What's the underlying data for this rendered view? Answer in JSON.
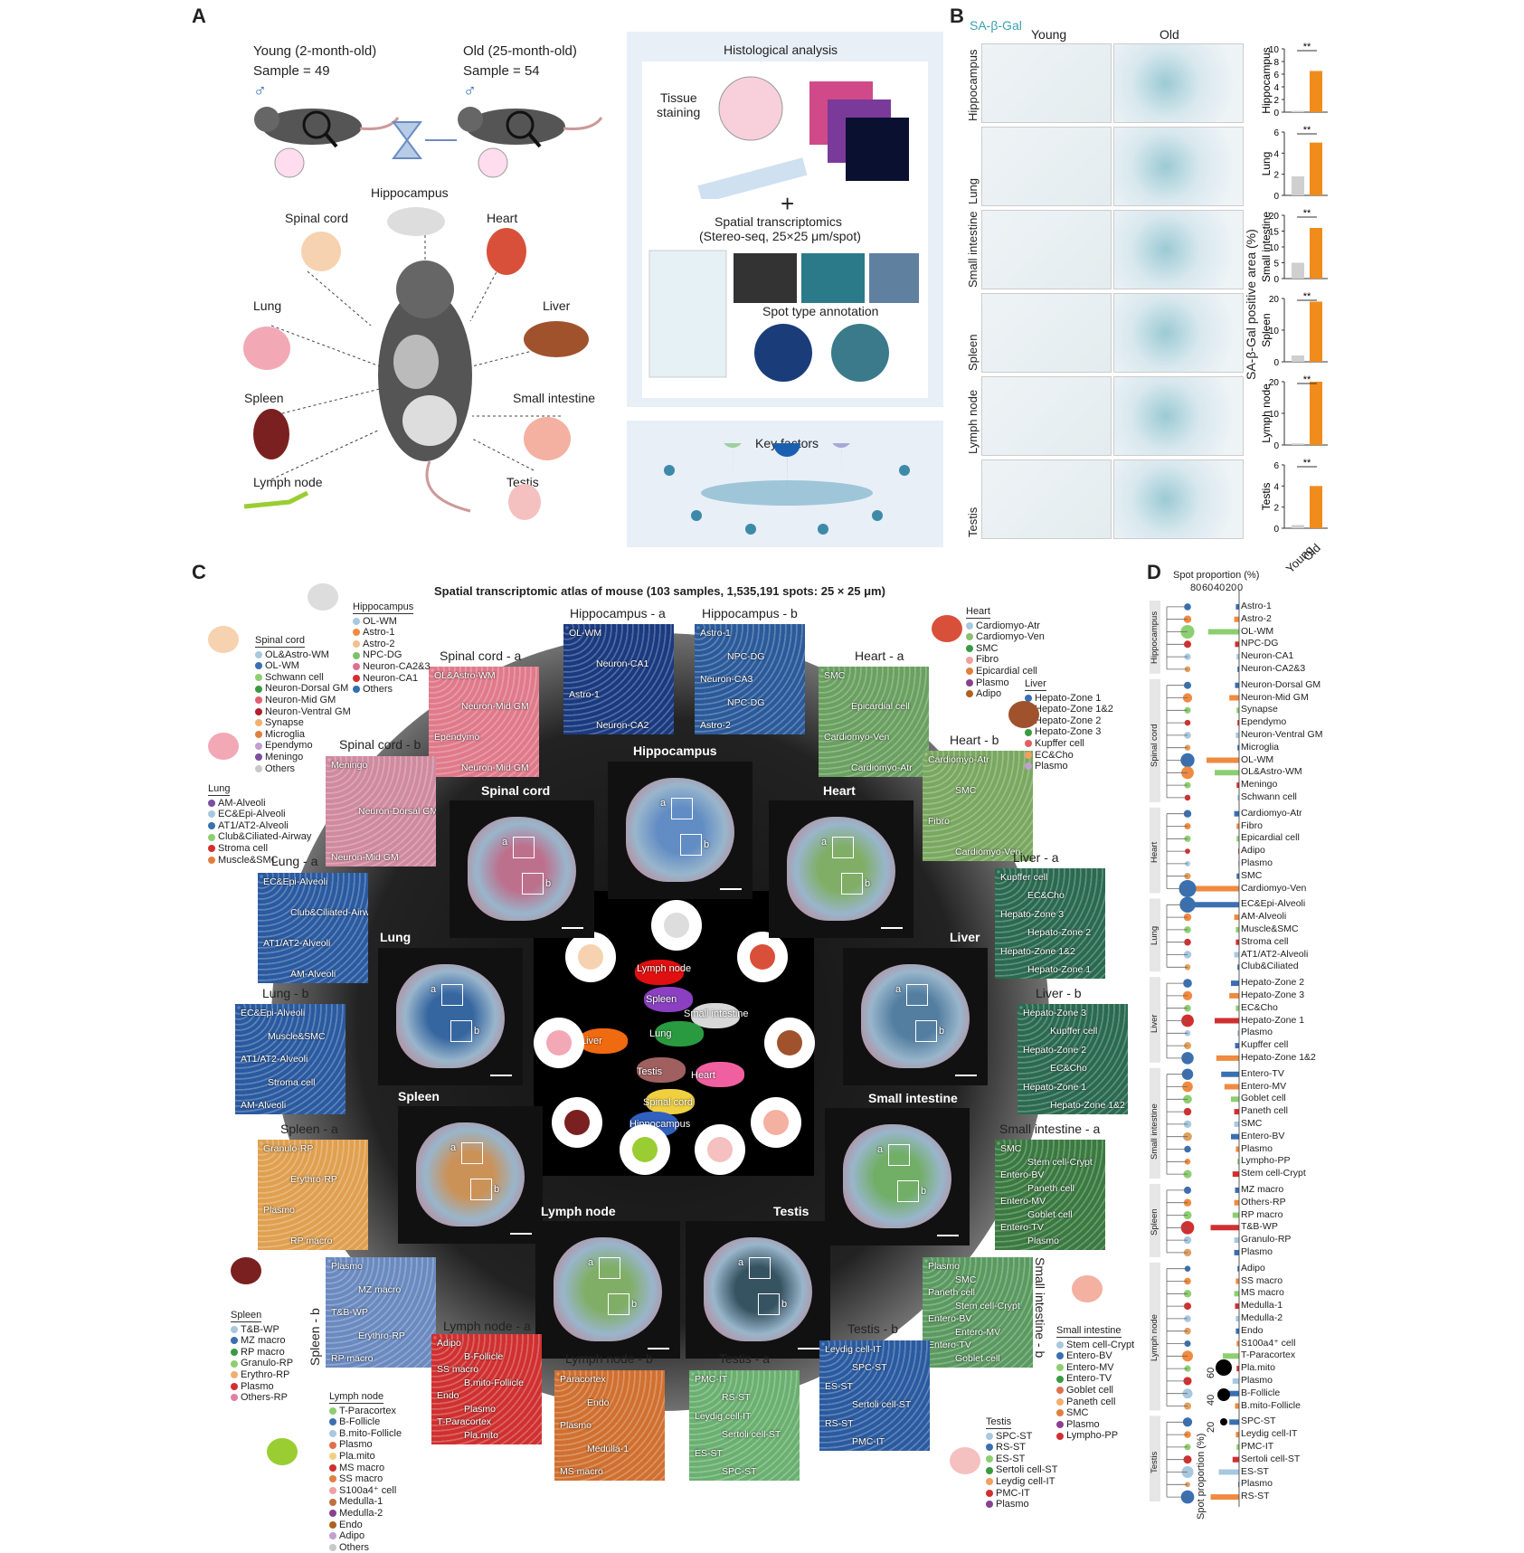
{
  "panels": {
    "A": "A",
    "B": "B",
    "C": "C",
    "D": "D"
  },
  "a": {
    "young": "Young (2-month-old)",
    "young_sample": "Sample = 49",
    "old": "Old (25-month-old)",
    "old_sample": "Sample = 54",
    "male": "♂",
    "organs": [
      "Hippocampus",
      "Spinal cord",
      "Heart",
      "Lung",
      "Liver",
      "Spleen",
      "Small intestine",
      "Lymph node",
      "Testis"
    ],
    "histo": "Histological analysis",
    "tissue": "Tissue",
    "staining": "staining",
    "plus": "+",
    "st1": "Spatial transcriptomics",
    "st2": "(Stereo-seq, 25×25 μm/spot)",
    "spot": "Spot type annotation",
    "key": "Key factors"
  },
  "b": {
    "stain": "SA-β-Gal",
    "young": "Young",
    "old": "Old",
    "rows": [
      "Hippocampus",
      "Lung",
      "Small intestine",
      "Spleen",
      "Lymph node",
      "Testis"
    ],
    "ylabel": "SA-β-Gal positive area (%)",
    "sig": "**",
    "xcats": [
      "Young",
      "Old"
    ]
  },
  "chart_data": [
    {
      "type": "bar",
      "title": "",
      "organ": "Hippocampus",
      "categories": [
        "Young",
        "Old"
      ],
      "values": [
        0.2,
        6.5
      ],
      "ylim": [
        0,
        10
      ],
      "yticks": [
        "0",
        "2",
        "4",
        "6",
        "8",
        "10"
      ]
    },
    {
      "type": "bar",
      "title": "",
      "organ": "Lung",
      "categories": [
        "Young",
        "Old"
      ],
      "values": [
        1.8,
        5.0
      ],
      "ylim": [
        0,
        6
      ],
      "yticks": [
        "0",
        "2",
        "4",
        "6"
      ]
    },
    {
      "type": "bar",
      "title": "",
      "organ": "Small intestine",
      "categories": [
        "Young",
        "Old"
      ],
      "values": [
        5.0,
        16.0
      ],
      "ylim": [
        0,
        20
      ],
      "yticks": [
        "0",
        "5",
        "10",
        "15",
        "20"
      ]
    },
    {
      "type": "bar",
      "title": "",
      "organ": "Spleen",
      "categories": [
        "Young",
        "Old"
      ],
      "values": [
        2.0,
        19.0
      ],
      "ylim": [
        0,
        20
      ],
      "yticks": [
        "0",
        "10",
        "20"
      ]
    },
    {
      "type": "bar",
      "title": "",
      "organ": "Lymph node",
      "categories": [
        "Young",
        "Old"
      ],
      "values": [
        0.5,
        23.0
      ],
      "ylim": [
        0,
        20
      ],
      "yticks": [
        "0",
        "10",
        "20"
      ]
    },
    {
      "type": "bar",
      "title": "",
      "organ": "Testis",
      "categories": [
        "Young",
        "Old"
      ],
      "values": [
        0.3,
        4.0
      ],
      "ylim": [
        0,
        6
      ],
      "yticks": [
        "0",
        "2",
        "4",
        "6"
      ]
    }
  ],
  "c": {
    "title": "Spatial transcriptomic atlas of mouse (103 samples, 1,535,191 spots: 25 × 25 μm)",
    "center": [
      "Lymph node",
      "Spleen",
      "Small intestine",
      "Liver",
      "Lung",
      "Testis",
      "Heart",
      "Spinal cord",
      "Hippocampus"
    ],
    "organ_heads": [
      "Hippocampus",
      "Spinal cord",
      "Heart",
      "Lung",
      "Liver",
      "Spleen",
      "Small intestine",
      "Lymph node",
      "Testis"
    ],
    "zooms": [
      {
        "t": "Hippocampus - a",
        "labels": [
          "OL-WM",
          "Neuron-CA1",
          "Astro-1",
          "Neuron-CA2"
        ]
      },
      {
        "t": "Hippocampus - b",
        "labels": [
          "Astro-1",
          "NPC-DG",
          "Neuron-CA3",
          "NPC-DG",
          "Astro-2"
        ]
      },
      {
        "t": "Spinal cord - a",
        "labels": [
          "OL&Astro-WM",
          "Neuron-Mid GM",
          "Ependymo",
          "Neuron-Mid GM"
        ]
      },
      {
        "t": "Spinal cord - b",
        "labels": [
          "Meningo",
          "Neuron-Dorsal GM",
          "Neuron-Mid GM"
        ]
      },
      {
        "t": "Heart - a",
        "labels": [
          "SMC",
          "Epicardial cell",
          "Cardiomyo-Ven",
          "Cardiomyo-Atr"
        ]
      },
      {
        "t": "Heart - b",
        "labels": [
          "Cardiomyo-Atr",
          "SMC",
          "Fibro",
          "Cardiomyo-Ven"
        ]
      },
      {
        "t": "Lung - a",
        "labels": [
          "EC&Epi-Alveoli",
          "Club&Ciliated-Airway",
          "AT1/AT2-Alveoli",
          "AM-Alveoli"
        ]
      },
      {
        "t": "Lung - b",
        "labels": [
          "EC&Epi-Alveoli",
          "Muscle&SMC",
          "AT1/AT2-Alveoli",
          "Stroma cell",
          "AM-Alveoli"
        ]
      },
      {
        "t": "Liver - a",
        "labels": [
          "Kupffer cell",
          "EC&Cho",
          "Hepato-Zone 3",
          "Hepato-Zone 2",
          "Hepato-Zone 1&2",
          "Hepato-Zone 1"
        ]
      },
      {
        "t": "Liver - b",
        "labels": [
          "Hepato-Zone 3",
          "Kupffer cell",
          "Hepato-Zone 2",
          "EC&Cho",
          "Hepato-Zone 1",
          "Hepato-Zone 1&2"
        ]
      },
      {
        "t": "Spleen - a",
        "labels": [
          "Granulo-RP",
          "Erythro-RP",
          "Plasmo",
          "RP macro"
        ]
      },
      {
        "t": "Spleen - b",
        "labels": [
          "Plasmo",
          "MZ macro",
          "T&B-WP",
          "Erythro-RP",
          "RP macro"
        ]
      },
      {
        "t": "Small intestine - a",
        "labels": [
          "SMC",
          "Stem cell-Crypt",
          "Entero-BV",
          "Paneth cell",
          "Entero-MV",
          "Goblet cell",
          "Entero-TV",
          "Plasmo"
        ]
      },
      {
        "t": "Small intestine - b",
        "labels": [
          "Plasmo",
          "SMC",
          "Paneth cell",
          "Stem cell-Crypt",
          "Entero-BV",
          "Entero-MV",
          "Entero-TV",
          "Goblet cell"
        ]
      },
      {
        "t": "Lymph node - a",
        "labels": [
          "Adipo",
          "B-Follicle",
          "SS macro",
          "B.mito-Follicle",
          "Endo",
          "Plasmo",
          "T-Paracortex",
          "Pla.mito"
        ]
      },
      {
        "t": "Lymph node - b",
        "labels": [
          "Paracortex",
          "Endo",
          "Plasmo",
          "Medulla-1",
          "MS macro"
        ]
      },
      {
        "t": "Testis - a",
        "labels": [
          "PMC-IT",
          "RS-ST",
          "Leydig cell-IT",
          "Sertoli cell-ST",
          "ES-ST",
          "SPC-ST"
        ]
      },
      {
        "t": "Testis - b",
        "labels": [
          "Leydig cell-IT",
          "SPC-ST",
          "ES-ST",
          "Sertoli cell-ST",
          "RS-ST",
          "PMC-IT"
        ]
      }
    ],
    "ab": [
      "a",
      "b"
    ],
    "legends": {
      "hippocampus": {
        "h": "Hippocampus",
        "items": [
          "OL-WM",
          "Astro-1",
          "Astro-2",
          "NPC-DG",
          "Neuron-CA2&3",
          "Neuron-CA1",
          "Others"
        ],
        "colors": [
          "#a8c8e0",
          "#f08a40",
          "#f0c090",
          "#7dc06a",
          "#e07090",
          "#d03030",
          "#3070b0"
        ]
      },
      "spinal": {
        "h": "Spinal cord",
        "items": [
          "OL&Astro-WM",
          "OL-WM",
          "Schwann cell",
          "Neuron-Dorsal GM",
          "Neuron-Mid GM",
          "Neuron-Ventral GM",
          "Synapse",
          "Microglia",
          "Ependymo",
          "Meningo",
          "Others"
        ],
        "colors": [
          "#a8c8e0",
          "#3a6fb0",
          "#8dcf70",
          "#3a9a40",
          "#e06070",
          "#b02030",
          "#f0b070",
          "#e08040",
          "#c0a0d0",
          "#7a50a0",
          "#c8c8c8"
        ]
      },
      "heart": {
        "h": "Heart",
        "items": [
          "Cardiomyo-Atr",
          "Cardiomyo-Ven",
          "SMC",
          "Fibro",
          "Epicardial cell",
          "Plasmo",
          "Adipo"
        ],
        "colors": [
          "#a8c8e0",
          "#8ac070",
          "#3a9a40",
          "#f0a0a0",
          "#e08040",
          "#8a4090",
          "#b06020"
        ]
      },
      "liver": {
        "h": "Liver",
        "items": [
          "Hepato-Zone 1",
          "Hepato-Zone 1&2",
          "Hepato-Zone 2",
          "Hepato-Zone 3",
          "Kupffer cell",
          "EC&Cho",
          "Plasmo"
        ],
        "colors": [
          "#3a6fb0",
          "#a8c8e0",
          "#7dc06a",
          "#3a9a40",
          "#e06060",
          "#f0a060",
          "#c0a0d0"
        ]
      },
      "lung": {
        "h": "Lung",
        "items": [
          "AM-Alveoli",
          "EC&Epi-Alveoli",
          "AT1/AT2-Alveoli",
          "Club&Ciliated-Airway",
          "Stroma cell",
          "Muscle&SMC"
        ],
        "colors": [
          "#7a50a0",
          "#a8c8e0",
          "#3a6fb0",
          "#8dcf70",
          "#d03030",
          "#e08040"
        ]
      },
      "spleen": {
        "h": "Spleen",
        "items": [
          "T&B-WP",
          "MZ macro",
          "RP macro",
          "Granulo-RP",
          "Erythro-RP",
          "Plasmo",
          "Others-RP"
        ],
        "colors": [
          "#a8c8e0",
          "#3a6fb0",
          "#3a9a40",
          "#8dcf70",
          "#f0b070",
          "#d03030",
          "#e080a0"
        ]
      },
      "lymph": {
        "h": "Lymph node",
        "items": [
          "T-Paracortex",
          "B-Follicle",
          "B.mito-Follicle",
          "Plasmo",
          "Pla.mito",
          "MS macro",
          "SS macro",
          "S100a4⁺ cell",
          "Medulla-1",
          "Medulla-2",
          "Endo",
          "Adipo",
          "Others"
        ],
        "colors": [
          "#8dcf70",
          "#3a6fb0",
          "#a8c8e0",
          "#e07050",
          "#f0d080",
          "#d03030",
          "#e08040",
          "#f0a0a0",
          "#c07040",
          "#8a4090",
          "#b06020",
          "#c0a0d0",
          "#c8c8c8"
        ]
      },
      "small": {
        "h": "Small intestine",
        "items": [
          "Stem cell-Crypt",
          "Entero-BV",
          "Entero-MV",
          "Entero-TV",
          "Goblet cell",
          "Paneth cell",
          "SMC",
          "Plasmo",
          "Lympho-PP"
        ],
        "colors": [
          "#a8c8e0",
          "#3a6fb0",
          "#8dcf70",
          "#3a9a40",
          "#e07050",
          "#f0b070",
          "#e08040",
          "#8a4090",
          "#d03030"
        ]
      },
      "testis": {
        "h": "Testis",
        "items": [
          "SPC-ST",
          "RS-ST",
          "ES-ST",
          "Sertoli cell-ST",
          "Leydig cell-IT",
          "PMC-IT",
          "Plasmo"
        ],
        "colors": [
          "#a8c8e0",
          "#3a6fb0",
          "#8dcf70",
          "#3a9a40",
          "#f0a060",
          "#d03030",
          "#8a4090"
        ]
      }
    }
  },
  "d": {
    "header": "Spot proportion (%)",
    "ticks": [
      "80",
      "60",
      "40",
      "20",
      "0"
    ],
    "groups": [
      {
        "name": "Hippocampus",
        "labels": [
          "Astro-1",
          "Astro-2",
          "OL-WM",
          "NPC-DG",
          "Neuron-CA1",
          "Neuron-CA2&3"
        ],
        "values": [
          4,
          6,
          38,
          5,
          3,
          2
        ]
      },
      {
        "name": "Spinal cord",
        "labels": [
          "Neuron-Dorsal GM",
          "Neuron-Mid GM",
          "Synapse",
          "Ependymo",
          "Neuron-Ventral GM",
          "Microglia",
          "OL-WM",
          "OL&Astro-WM",
          "Meningo",
          "Schwann cell"
        ],
        "values": [
          5,
          12,
          3,
          2,
          4,
          2,
          40,
          30,
          3,
          2
        ]
      },
      {
        "name": "Heart",
        "labels": [
          "Cardiomyo-Atr",
          "Fibro",
          "Epicardial cell",
          "Adipo",
          "Plasmo",
          "SMC",
          "Cardiomyo-Ven"
        ],
        "values": [
          6,
          3,
          3,
          1,
          1,
          3,
          70
        ]
      },
      {
        "name": "Lung",
        "labels": [
          "EC&Epi-Alveoli",
          "AM-Alveoli",
          "Muscle&SMC",
          "Stroma cell",
          "AT1/AT2-Alveoli",
          "Club&Ciliated"
        ],
        "values": [
          55,
          6,
          4,
          4,
          6,
          2
        ]
      },
      {
        "name": "Liver",
        "labels": [
          "Hepato-Zone 2",
          "Hepato-Zone 3",
          "EC&Cho",
          "Hepato-Zone 1",
          "Plasmo",
          "Kupffer cell",
          "Hepato-Zone 1&2"
        ],
        "values": [
          10,
          12,
          4,
          30,
          2,
          5,
          28
        ]
      },
      {
        "name": "Small intestine",
        "labels": [
          "Entero-TV",
          "Entero-MV",
          "Goblet cell",
          "Paneth cell",
          "SMC",
          "Entero-BV",
          "Plasmo",
          "Lympho-PP",
          "Stem cell-Crypt"
        ],
        "values": [
          22,
          18,
          10,
          6,
          6,
          10,
          4,
          2,
          8
        ]
      },
      {
        "name": "Spleen",
        "labels": [
          "MZ macro",
          "Others-RP",
          "RP macro",
          "T&B-WP",
          "Granulo-RP",
          "Plasmo"
        ],
        "values": [
          5,
          6,
          8,
          35,
          6,
          6
        ]
      },
      {
        "name": "Lymph node",
        "labels": [
          "Adipo",
          "SS macro",
          "MS macro",
          "Medulla-1",
          "Medulla-2",
          "Endo",
          "S100a4⁺ cell",
          "T-Paracortex",
          "Pla.mito",
          "Plasmo",
          "B-Follicle",
          "B.mito-Follicle"
        ],
        "values": [
          2,
          4,
          6,
          5,
          4,
          4,
          3,
          20,
          3,
          8,
          15,
          5
        ]
      },
      {
        "name": "Testis",
        "labels": [
          "SPC-ST",
          "Leydig cell-IT",
          "PMC-IT",
          "Sertoli cell-ST",
          "ES-ST",
          "Plasmo",
          "RS-ST"
        ],
        "values": [
          12,
          4,
          3,
          8,
          25,
          1,
          35
        ]
      }
    ],
    "size_legend": {
      "title": "Spot proportion (%)",
      "sizes": [
        "20",
        "40",
        "60"
      ]
    }
  }
}
